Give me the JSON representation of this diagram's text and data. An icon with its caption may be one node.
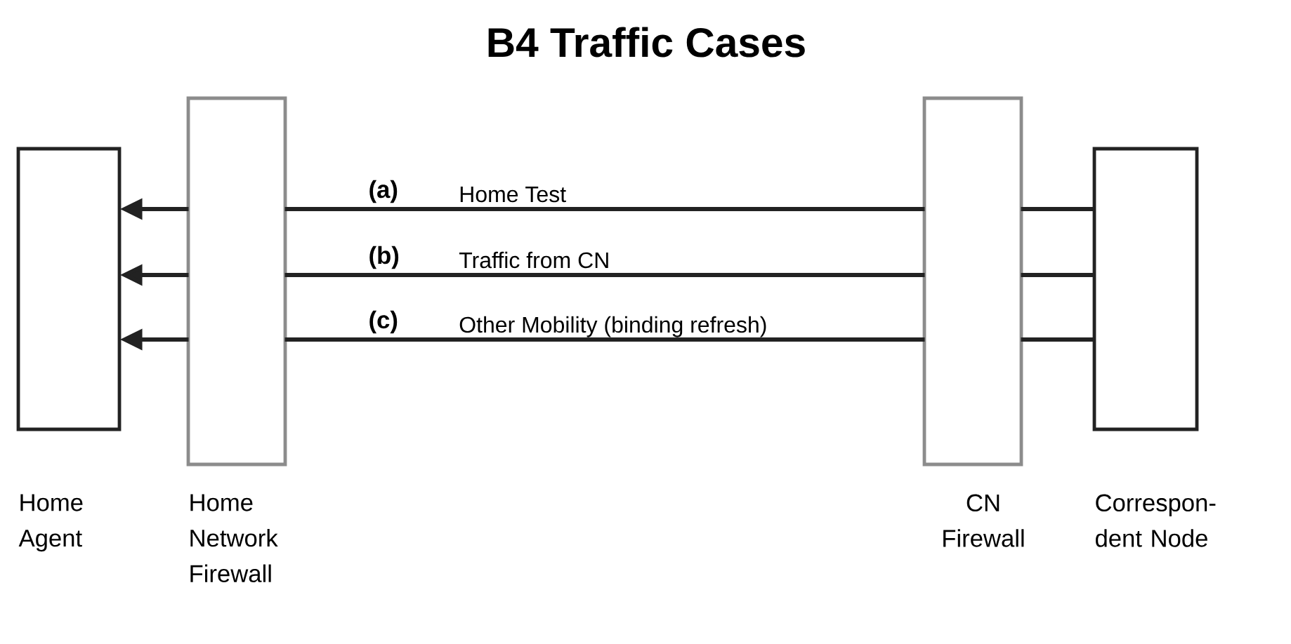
{
  "diagram": {
    "title": "B4 Traffic Cases",
    "nodes": [
      {
        "text": [
          "Home Agent"
        ]
      },
      {
        "text": [
          "Home Network Firewall"
        ]
      },
      {
        "text": [
          "CN Firewall"
        ]
      },
      {
        "text": [
          "Correspon- dent Node"
        ]
      }
    ],
    "edges": [
      {
        "from": 3,
        "to": 2,
        "arrow": "none"
      },
      {
        "from": 2,
        "to": 1,
        "arrow": "none",
        "label": "Home Test"
      },
      {
        "from": 1,
        "to": 0,
        "arrow": "to"
      },
      {
        "from": 3,
        "to": 2,
        "arrow": "none"
      },
      {
        "from": 2,
        "to": 1,
        "arrow": "none",
        "label": "Traffic from CN"
      },
      {
        "from": 1,
        "to": 0,
        "arrow": "to"
      },
      {
        "from": 3,
        "to": 2,
        "arrow": "none"
      },
      {
        "from": 2,
        "to": 1,
        "arrow": "none",
        "label": "Other Mobility (binding refresh)"
      },
      {
        "from": 1,
        "to": 0,
        "arrow": "to"
      }
    ],
    "labels": [
      "(a)",
      "(b)",
      "(c)"
    ]
  }
}
